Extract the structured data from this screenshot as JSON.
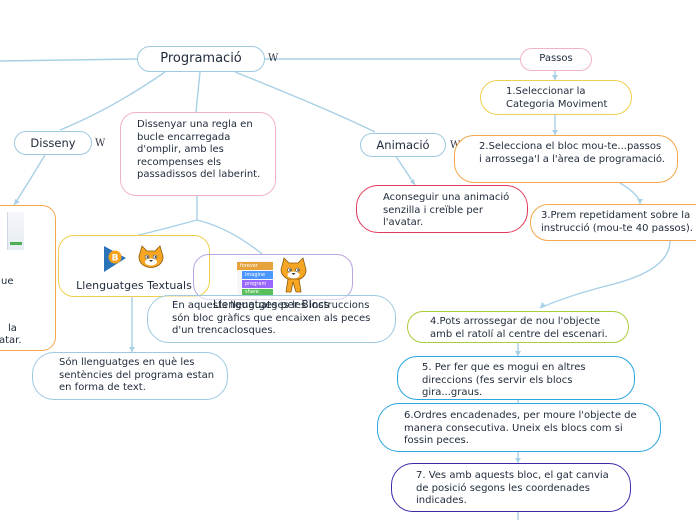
{
  "nodes": {
    "programacio": "Programació",
    "passos": "Passos",
    "disseny": "Disseny",
    "disseny_desc": "Dissenyar una regla en bucle encarregada d'omplir, amb les recompenses els passadissos del laberint.",
    "animacio": "Animació",
    "animacio_desc": "Aconseguir una animació senzilla i creïble per l'avatar.",
    "textuals": "Llenguatges Textuals",
    "textuals_desc": "Són llenguatges en què les sentències del programa estan en forma de text.",
    "blocs": "Llenguatges per Blocs",
    "blocs_desc": "En aquests llenguatges les instruccions són bloc gràfics que encaixen als peces d'un trencaclosques.",
    "left_partial_1": "ue",
    "left_partial_2": "la",
    "left_partial_3": "atar.",
    "scratch_blocks": [
      "forever",
      "imagine",
      "program",
      "share"
    ]
  },
  "marker": "W",
  "steps": [
    "1.Seleccionar la Categoria Moviment",
    "2.Selecciona el bloc mou-te...passos i arrossega'l a l'àrea de programació.",
    "3.Prem repetidament sobre la instrucció (mou-te 40 passos).",
    "4.Pots arrossegar de nou l'objecte amb el ratolí al centre del escenari.",
    "5. Per fer que es mogui en altres direccions (fes servir els blocs gira...graus.",
    "6.Ordres encadenades, per moure l'objecte de manera consecutiva. Uneix els blocs com si fossin peces.",
    "7. Ves amb aquests bloc, el gat canvia de posició segons les coordenades indicades."
  ],
  "colors": {
    "link": "#a8d0e6",
    "step_border": [
      "#f0cf4f",
      "#f3a64a",
      "#f3a64a",
      "#a9cc3b",
      "#2aa6de",
      "#2aa6de",
      "#3b2aa8"
    ]
  }
}
